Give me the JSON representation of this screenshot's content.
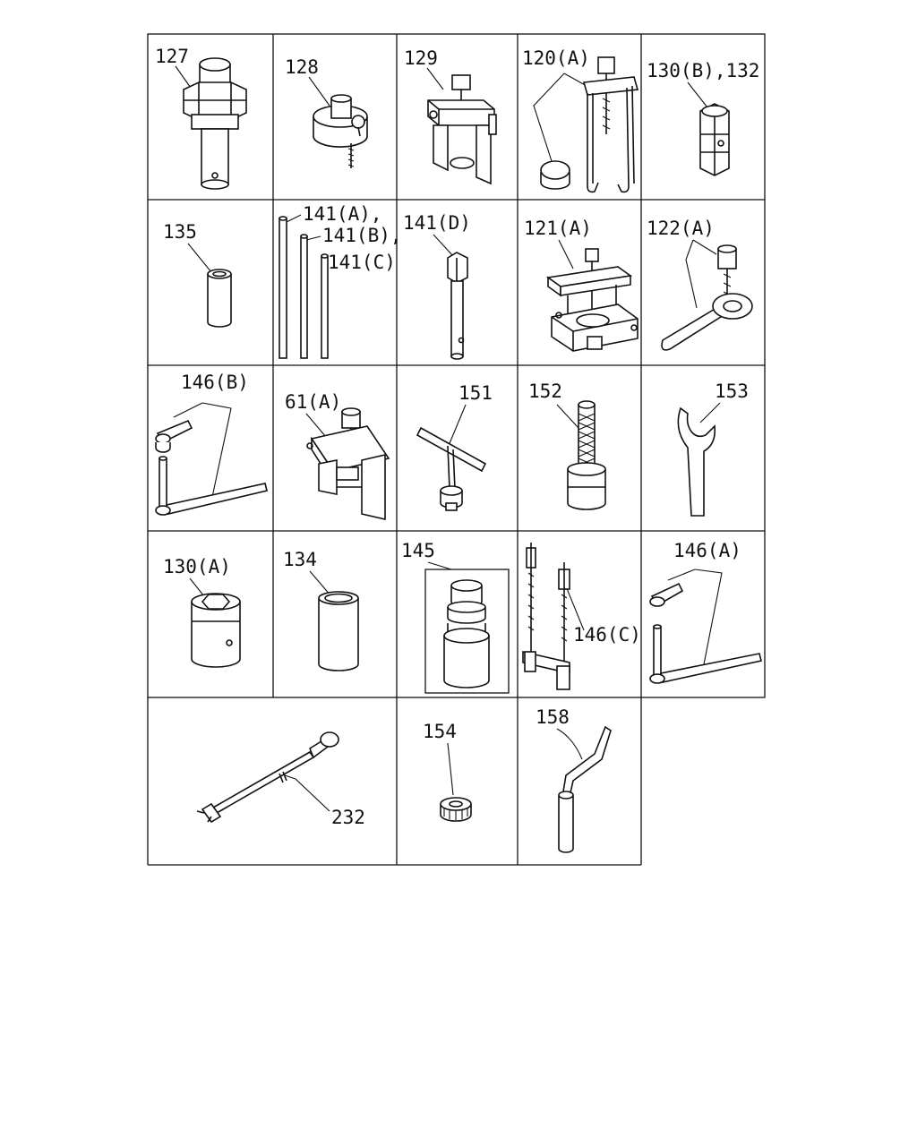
{
  "labels": {
    "l127": "127",
    "l128": "128",
    "l129": "129",
    "l120a": "120(A)",
    "l130b132": "130(B),132",
    "l135": "135",
    "l141a": "141(A),",
    "l141b": "141(B),",
    "l141c": "141(C)",
    "l141d": "141(D)",
    "l121a": "121(A)",
    "l122a": "122(A)",
    "l146b": "146(B)",
    "l61a": "61(A)",
    "l151": "151",
    "l152": "152",
    "l153": "153",
    "l130a": "130(A)",
    "l134": "134",
    "l145": "145",
    "l146c": "146(C)",
    "l146a": "146(A)",
    "l232": "232",
    "l154": "154",
    "l158": "158"
  }
}
